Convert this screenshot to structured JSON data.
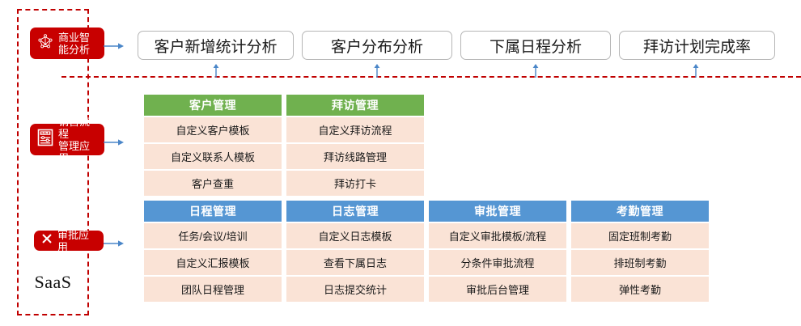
{
  "left_panel": {
    "platform_label": "SaaS",
    "badges": [
      {
        "id": "bi",
        "label": "商业智\n能分析",
        "icon": "network-graph-icon",
        "color": "#c80000"
      },
      {
        "id": "sale",
        "label": "销售流程\n管理应用",
        "icon": "sale-document-icon",
        "color": "#c80000"
      },
      {
        "id": "appr",
        "label": "审批应用",
        "icon": "cross-check-icon",
        "color": "#c80000"
      }
    ]
  },
  "top_tabs": [
    {
      "label": "客户新增统计分析"
    },
    {
      "label": "客户分布分析"
    },
    {
      "label": "下属日程分析"
    },
    {
      "label": "拜访计划完成率"
    }
  ],
  "sections": [
    {
      "id": "sales-process",
      "accent": "#70b14f",
      "cards": [
        {
          "title": "客户管理",
          "items": [
            "自定义客户模板",
            "自定义联系人模板",
            "客户查重"
          ]
        },
        {
          "title": "拜访管理",
          "items": [
            "自定义拜访流程",
            "拜访线路管理",
            "拜访打卡"
          ]
        }
      ]
    },
    {
      "id": "approval-apps",
      "accent": "#5596d3",
      "cards": [
        {
          "title": "日程管理",
          "items": [
            "任务/会议/培训",
            "自定义汇报模板",
            "团队日程管理"
          ]
        },
        {
          "title": "日志管理",
          "items": [
            "自定义日志模板",
            "查看下属日志",
            "日志提交统计"
          ]
        },
        {
          "title": "审批管理",
          "items": [
            "自定义审批模板/流程",
            "分条件审批流程",
            "审批后台管理"
          ]
        },
        {
          "title": "考勤管理",
          "items": [
            "固定班制考勤",
            "排班制考勤",
            "弹性考勤"
          ]
        }
      ]
    }
  ],
  "colors": {
    "dashed_border": "#c00000",
    "badge_red": "#c80000",
    "green_header": "#70b14f",
    "blue_header": "#5596d3",
    "cell_background": "#fae3d6",
    "arrow_blue": "#4a86c8",
    "tab_border": "#b6b6b6"
  }
}
